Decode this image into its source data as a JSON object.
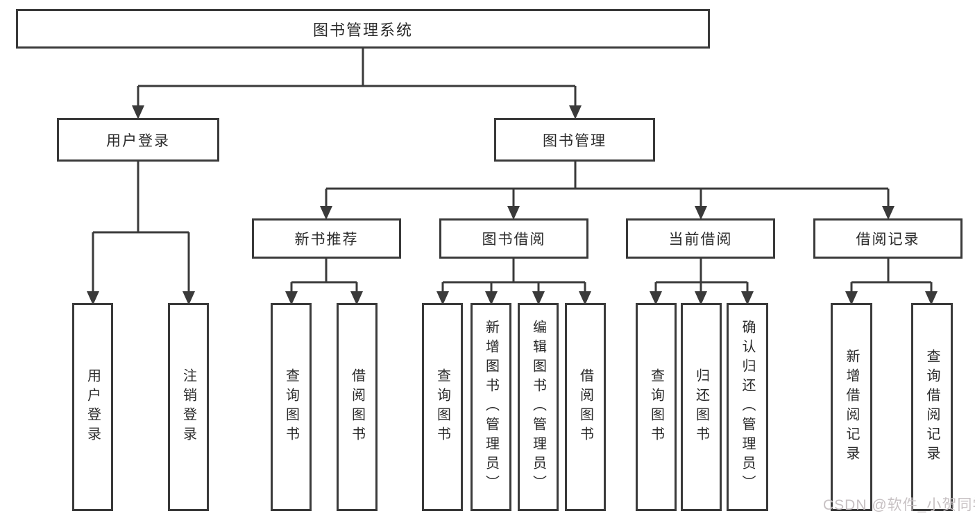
{
  "tree": {
    "label": "图书管理系统",
    "children": [
      {
        "label": "用户登录",
        "children": [
          {
            "label": "用户登录"
          },
          {
            "label": "注销登录"
          }
        ]
      },
      {
        "label": "图书管理",
        "children": [
          {
            "label": "新书推荐",
            "children": [
              {
                "label": "查询图书"
              },
              {
                "label": "借阅图书"
              }
            ]
          },
          {
            "label": "图书借阅",
            "children": [
              {
                "label": "查询图书"
              },
              {
                "label": "新增图书（管理员）"
              },
              {
                "label": "编辑图书（管理员）"
              },
              {
                "label": "借阅图书"
              }
            ]
          },
          {
            "label": "当前借阅",
            "children": [
              {
                "label": "查询图书"
              },
              {
                "label": "归还图书"
              },
              {
                "label": "确认归还（管理员）"
              }
            ]
          },
          {
            "label": "借阅记录",
            "children": [
              {
                "label": "新增借阅记录"
              },
              {
                "label": "查询借阅记录"
              }
            ]
          }
        ]
      }
    ]
  },
  "watermark": {
    "text": "CSDN @软件_小贺同学",
    "color": "#c7c1c3"
  },
  "colors": {
    "background": "#ffffff",
    "line": "#3a3a3a",
    "box_border": "#3a3a3a",
    "text": "#2b2b2b"
  }
}
